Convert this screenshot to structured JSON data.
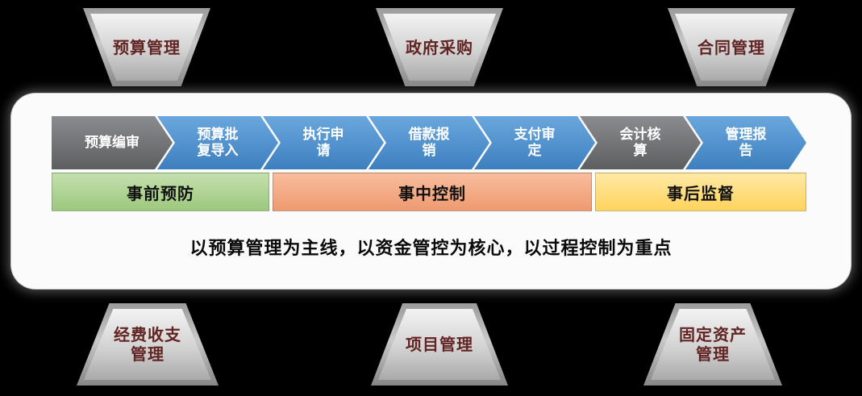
{
  "top_modules": [
    {
      "label": "预算管理"
    },
    {
      "label": "政府采购"
    },
    {
      "label": "合同管理"
    }
  ],
  "bottom_modules": [
    {
      "label": "经费收支管理"
    },
    {
      "label": "项目管理"
    },
    {
      "label": "固定资产管理"
    }
  ],
  "process_steps": [
    {
      "label": "预算编审",
      "color": "#6d6e71"
    },
    {
      "label": "预算批复导入",
      "color": "#4a8fd0"
    },
    {
      "label": "执行申请",
      "color": "#4a8fd0"
    },
    {
      "label": "借款报销",
      "color": "#4a8fd0"
    },
    {
      "label": "支付审定",
      "color": "#4a8fd0"
    },
    {
      "label": "会计核算",
      "color": "#6d6e71"
    },
    {
      "label": "管理报告",
      "color": "#4a8fd0"
    }
  ],
  "phases": [
    {
      "label": "事前预防",
      "color": "#a9d18e"
    },
    {
      "label": "事中控制",
      "color": "#f4a17c"
    },
    {
      "label": "事后监督",
      "color": "#ffd966"
    }
  ],
  "caption": "以预算管理为主线，以资金管控为核心，以过程控制为重点"
}
